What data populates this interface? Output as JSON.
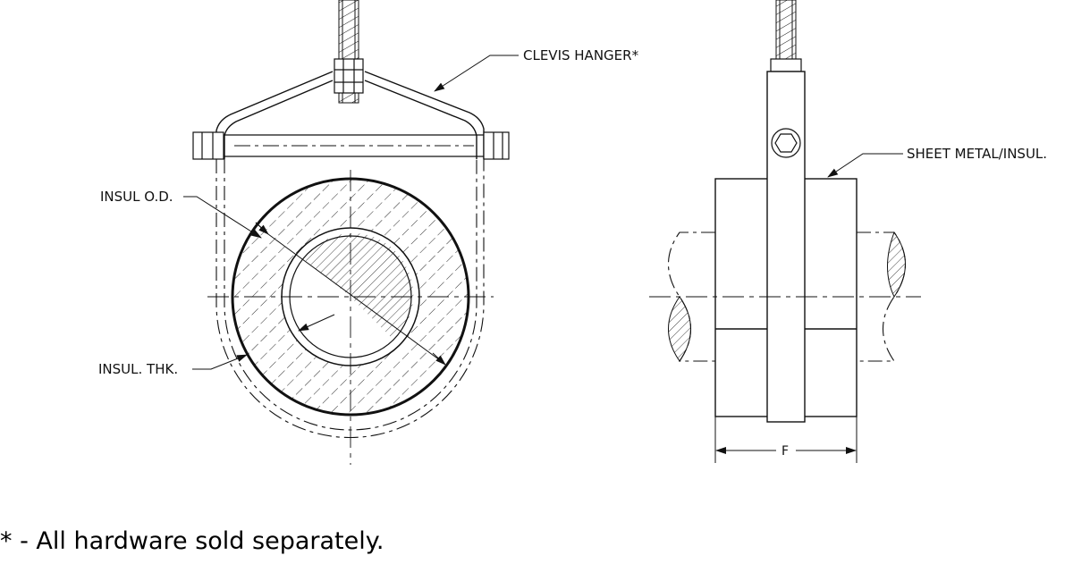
{
  "labels": {
    "clevis_hanger": "CLEVIS HANGER*",
    "sheet_metal": "SHEET METAL/INSUL.",
    "insul_od": "INSUL O.D.",
    "insul_thk": "INSUL. THK.",
    "dimension_f": "F"
  },
  "footnote": "* - All hardware sold separately."
}
